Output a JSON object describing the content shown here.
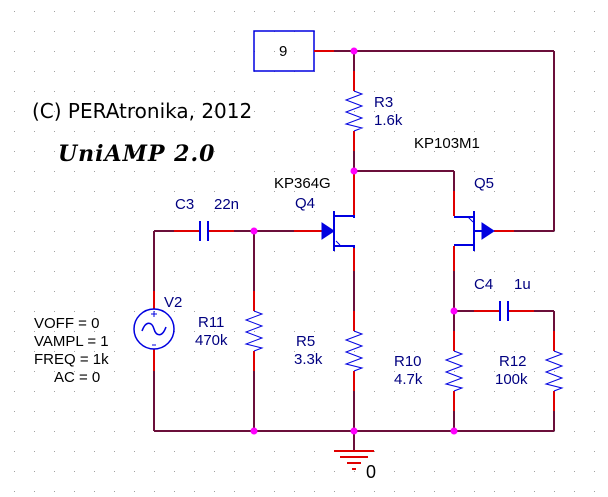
{
  "header": {
    "copyright": "(C) PERAtronika, 2012",
    "product": "UniAMP  2.0"
  },
  "port": {
    "label": "9"
  },
  "ground": {
    "label": "0"
  },
  "components": {
    "r3": {
      "ref": "R3",
      "value": "1.6k"
    },
    "r5": {
      "ref": "R5",
      "value": "3.3k"
    },
    "r10": {
      "ref": "R10",
      "value": "4.7k"
    },
    "r11": {
      "ref": "R11",
      "value": "470k"
    },
    "r12": {
      "ref": "R12",
      "value": "100k"
    },
    "c3": {
      "ref": "C3",
      "value": "22n"
    },
    "c4": {
      "ref": "C4",
      "value": "1u"
    },
    "q4": {
      "ref": "Q4",
      "model": "KP364G"
    },
    "q5": {
      "ref": "Q5",
      "model": "KP103M1"
    },
    "v2": {
      "ref": "V2",
      "params": [
        "VOFF = 0",
        "VAMPL = 1",
        "FREQ = 1k",
        "AC = 0"
      ]
    }
  },
  "colors": {
    "wire": "#6b0f3a",
    "lead": "#e00000",
    "part": "#0000e0",
    "junction": "#ff00ff",
    "grid": "#a0a0a0"
  }
}
